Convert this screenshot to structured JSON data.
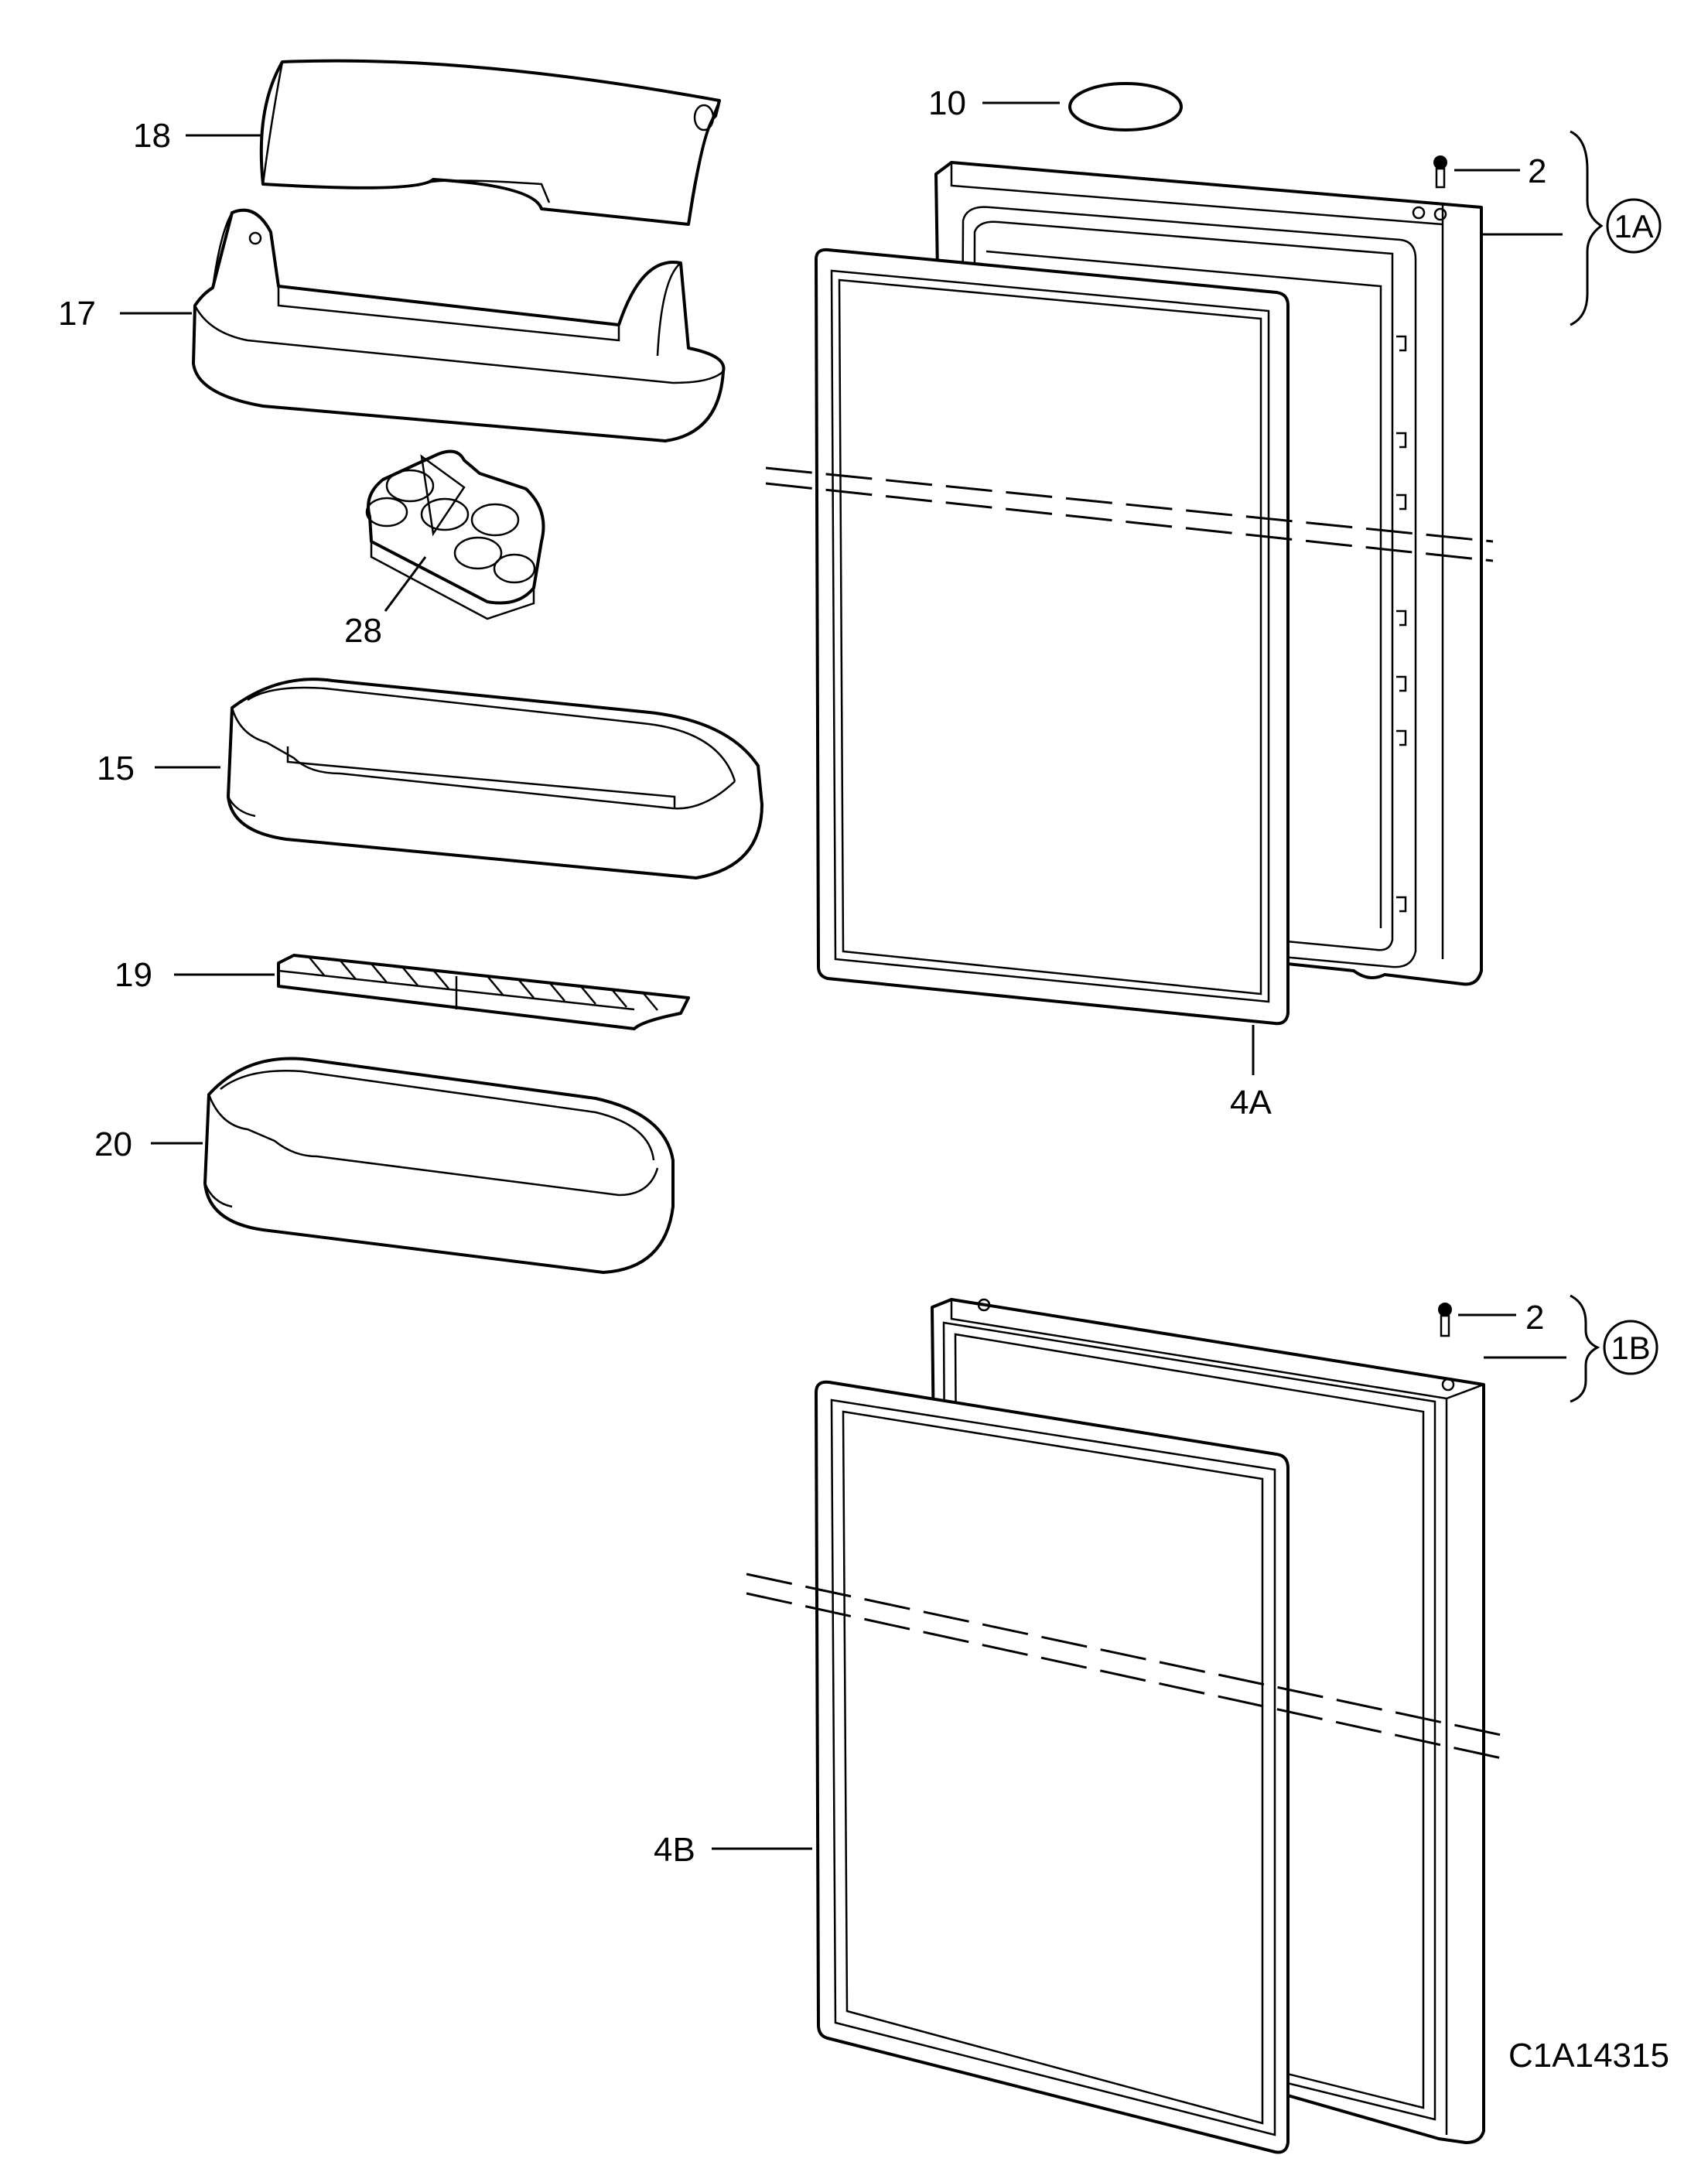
{
  "labels": {
    "p18": "18",
    "p17": "17",
    "p28": "28",
    "p15": "15",
    "p19": "19",
    "p20": "20",
    "p10": "10",
    "p2a": "2",
    "g1a": "1A",
    "p4a": "4A",
    "p2b": "2",
    "g1b": "1B",
    "p4b": "4B"
  },
  "drawing_ref": "C1A14315",
  "colors": {
    "line": "#000000",
    "background": "#ffffff"
  }
}
